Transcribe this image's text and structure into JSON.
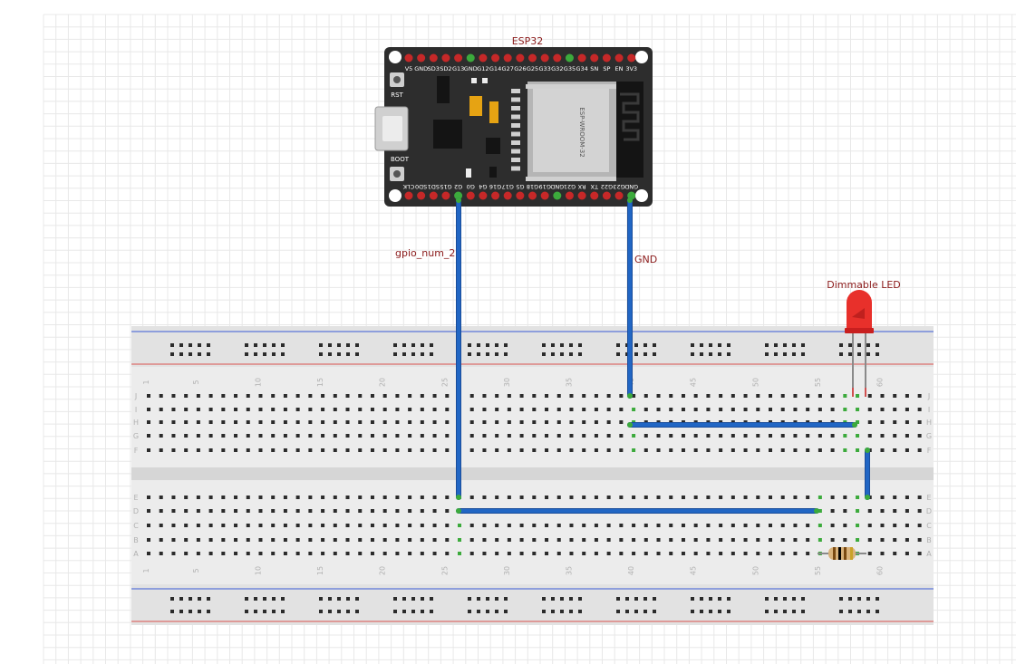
{
  "board": {
    "name": "ESP32",
    "top_pins": [
      "V5",
      "GND",
      "SD3",
      "SD2",
      "G13",
      "GND",
      "G12",
      "G14",
      "G27",
      "G26",
      "G25",
      "G33",
      "G32",
      "G35",
      "G34",
      "SN",
      "SP",
      "EN",
      "3V3"
    ],
    "bottom_pins": [
      "CLK",
      "SD0",
      "SD1",
      "G15",
      "G2",
      "G0",
      "G4",
      "G16",
      "G17",
      "G5",
      "G18",
      "G19",
      "GND",
      "G21",
      "RX",
      "TX",
      "G22",
      "G23",
      "GND"
    ],
    "labels": {
      "rst": "RST",
      "boot": "BOOT",
      "module": "ESP-WROOM-32"
    }
  },
  "led": {
    "label": "Dimmable LED",
    "color": "#e8302b"
  },
  "nets": [
    {
      "name": "gpio_num_2",
      "color": "#2166c4"
    },
    {
      "name": "GND",
      "color": "#2166c4"
    }
  ],
  "breadboard": {
    "columns": 63,
    "row_letters_top": [
      "J",
      "I",
      "H",
      "G",
      "F"
    ],
    "row_letters_bottom": [
      "E",
      "D",
      "C",
      "B",
      "A"
    ],
    "column_numbers": [
      "1",
      "5",
      "10",
      "15",
      "20",
      "25",
      "30",
      "35",
      "40",
      "45",
      "50",
      "55",
      "60"
    ]
  },
  "colors": {
    "wire": "#2166c4",
    "board_bg": "#2d2d2d",
    "pin_red": "#c62828",
    "pin_green": "#3caa3c",
    "label_red": "#8b1a1a",
    "rail_red": "#d9534f",
    "rail_blue": "#3b5bd6"
  }
}
